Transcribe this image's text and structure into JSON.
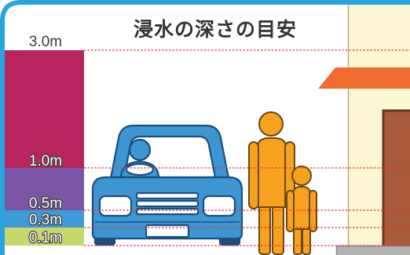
{
  "title": "浸水の深さの目安",
  "depth_labels": [
    "3.0m",
    "1.0m",
    "0.5m",
    "0.3m",
    "0.1m"
  ],
  "band_colors": [
    "#b8245e",
    "#7b56a6",
    "#3f9ad8",
    "#c8d86a"
  ],
  "colors": {
    "frame": "#2aa3de",
    "marker_line": "#e23b3b",
    "car": "#3d96d2",
    "figure": "#f6a21e",
    "house_wall": "#fdf6d3",
    "awning": "#ef6b2f",
    "door": "#a85a3a"
  }
}
